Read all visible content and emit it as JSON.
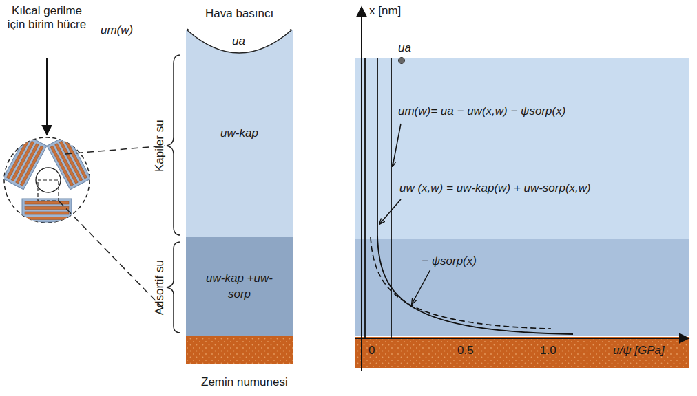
{
  "diagram": {
    "nodes": [
      {
        "text": [
          "uw-kap"
        ]
      },
      {
        "text": [
          "uw-kap +uw-sorp"
        ]
      }
    ],
    "labels": [
      "Kılcal gerilme için birim hücre",
      "um(w)",
      "Hava basıncı",
      "ua",
      "Kapiler su",
      "Adsortif su",
      "Zemin numunesi",
      "x [nm]",
      "ua",
      "um(w)= ua − uw(x,w) − ψsorp(x)",
      "uw (x,w) = uw-kap(w) + uw-sorp(x,w)",
      "− ψsorp(x)",
      "0",
      "0.5",
      "1.0",
      "u/ψ [GPa]"
    ]
  }
}
